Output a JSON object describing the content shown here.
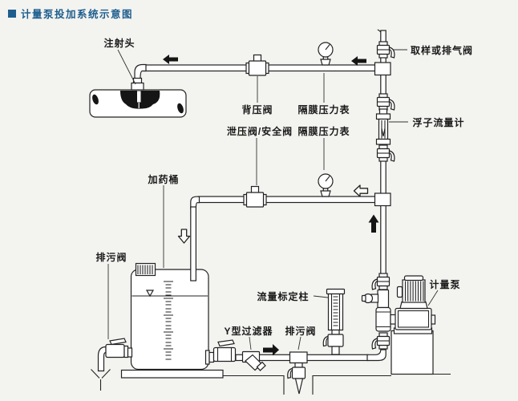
{
  "page": {
    "background": "#f3f3f0",
    "line_color": "#222222",
    "title_color": "#1d5e8e",
    "arrow_color": "#151515"
  },
  "header": {
    "title": "计量泵投加系统示意图"
  },
  "labels": {
    "injection_head": "注射头",
    "back_pressure_valve": "背压阀",
    "diaphragm_gauge_top": "隔膜压力表",
    "relief_safety_valve": "泄压阀/安全阀",
    "diaphragm_gauge_bottom": "隔膜压力表",
    "dosing_tank": "加药桶",
    "drain_valve_left": "排污阀",
    "sampling_vent_valve": "取样或排气阀",
    "float_flowmeter": "浮子流量计",
    "calibration_column": "流量标定柱",
    "y_strainer": "Y型过滤器",
    "drain_valve_bottom": "排污阀",
    "metering_pump": "计量泵"
  }
}
